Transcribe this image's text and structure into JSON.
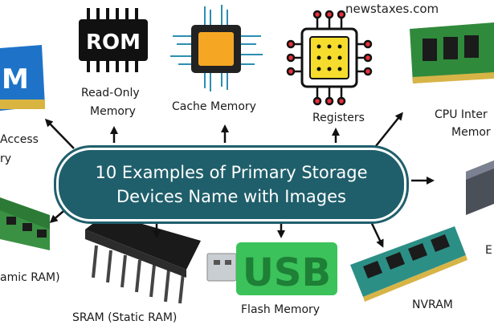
{
  "watermark": "newstaxes.com",
  "center": {
    "line1": "10 Examples of Primary Storage",
    "line2": "Devices Name with Images"
  },
  "rom": {
    "chip_text": "ROM",
    "label_line1": "Read-Only",
    "label_line2": "Memory"
  },
  "cache": {
    "label": "Cache Memory"
  },
  "registers": {
    "label": "Registers"
  },
  "cpu_internal": {
    "label_line1": "CPU Inter",
    "label_line2": "Memor"
  },
  "ram": {
    "chip_text": "M",
    "label_line1": "Access",
    "label_line2": "ry"
  },
  "dram": {
    "label": "amic RAM)"
  },
  "sram": {
    "label": "SRAM (Static RAM)"
  },
  "flash": {
    "chip_text": "USB",
    "label": "Flash Memory"
  },
  "nvram": {
    "label": "NVRAM"
  },
  "eprom": {
    "label": "E"
  },
  "colors": {
    "pill": "#1f5f6b",
    "arrow": "#111111",
    "cache_core": "#f5a623",
    "register_core": "#f6dd2d",
    "flash": "#3bc25a",
    "ram_blue": "#1e73c8",
    "pcb_green": "#2f8a3b"
  },
  "icons": [
    "rom-chip-icon",
    "cache-chip-icon",
    "register-chip-icon",
    "usb-icon"
  ]
}
